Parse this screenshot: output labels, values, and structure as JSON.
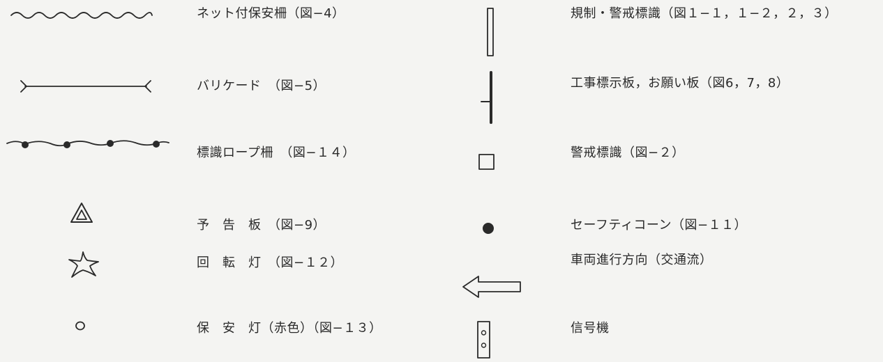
{
  "legend": {
    "left": [
      {
        "icon": "wavy-fence-icon",
        "label": "ネット付保安柵（図−4）"
      },
      {
        "icon": "barricade-icon",
        "label": "バリケード　（図−5）"
      },
      {
        "icon": "rope-fence-icon",
        "label": "標識ロープ柵　（図−１４）"
      },
      {
        "icon": "warning-triangle-icon",
        "label": "予　告　板　（図−9）"
      },
      {
        "icon": "rotating-light-icon",
        "label": "回　転　灯　（図−１２）"
      },
      {
        "icon": "safety-lamp-icon",
        "label": "保　安　灯（赤色）（図−１３）"
      }
    ],
    "right": [
      {
        "icon": "sign-post-icon",
        "label": "規制・警戒標識（図１−１，１−２，２，３）"
      },
      {
        "icon": "work-sign-board-icon",
        "label": "工事標示板，お願い板（図6，7，8）"
      },
      {
        "icon": "square-sign-icon",
        "label": "警戒標識（図−２）"
      },
      {
        "icon": "safety-cone-icon",
        "label": "セーフティコーン（図−１１）"
      },
      {
        "icon": "arrow-left-icon",
        "label": "車両進行方向（交通流）"
      },
      {
        "icon": "traffic-signal-icon",
        "label": "信号機"
      }
    ]
  }
}
